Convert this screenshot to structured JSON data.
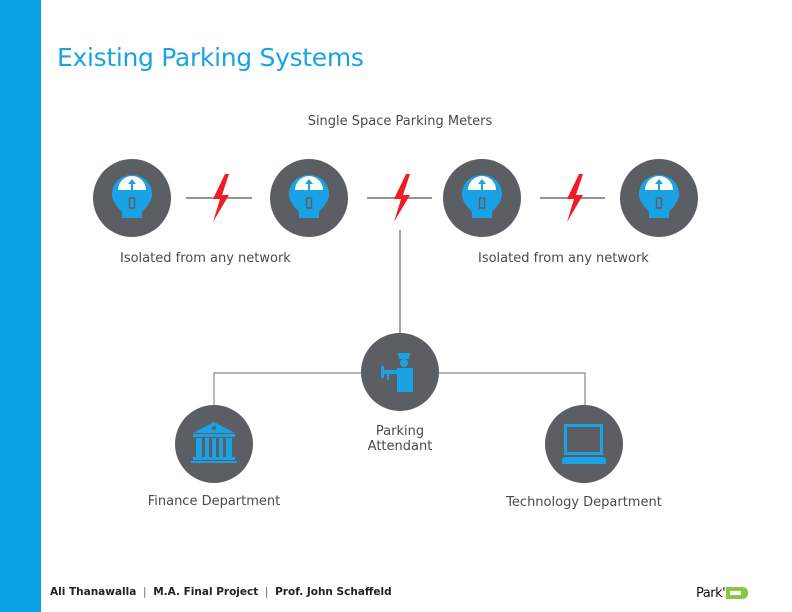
{
  "slide": {
    "title": "Existing Parking Systems",
    "subtitle": "Single Space Parking Meters",
    "accent_color": "#0aa2e2",
    "node_color": "#5b5f63",
    "icon_color": "#1aa3e4",
    "break_color": "#ee1c24"
  },
  "meters": [
    {
      "icon": "parking-meter-icon"
    },
    {
      "icon": "parking-meter-icon"
    },
    {
      "icon": "parking-meter-icon"
    },
    {
      "icon": "parking-meter-icon"
    }
  ],
  "connections": [
    {
      "status": "broken",
      "icon": "lightning-bolt-icon"
    },
    {
      "status": "broken",
      "icon": "lightning-bolt-icon"
    },
    {
      "status": "broken",
      "icon": "lightning-bolt-icon"
    }
  ],
  "labels": {
    "isolated_left": "Isolated from any network",
    "isolated_right": "Isolated from any network"
  },
  "nodes": {
    "attendant": {
      "label_line1": "Parking",
      "label_line2": "Attendant",
      "icon": "parking-attendant-icon"
    },
    "finance": {
      "label": "Finance Department",
      "icon": "bank-building-icon"
    },
    "technology": {
      "label": "Technology Department",
      "icon": "computer-monitor-icon"
    }
  },
  "footer": {
    "author": "Ali Thanawalla",
    "project": "M.A. Final Project",
    "professor": "Prof. John Schaffeld",
    "separator": "|"
  },
  "logo": {
    "text": "Park'",
    "badge_color": "#8cc63f"
  }
}
